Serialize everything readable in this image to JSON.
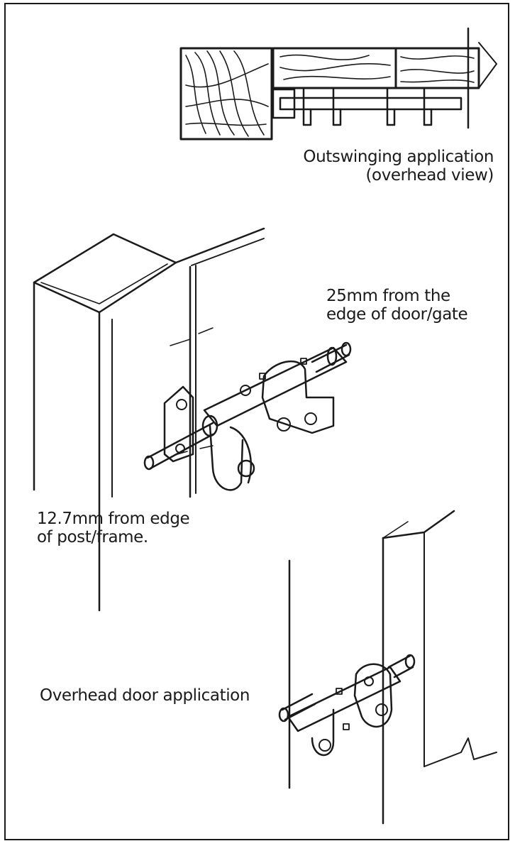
{
  "diagram": {
    "labels": {
      "outswing_line1": "Outswinging application",
      "outswing_line2": "(overhead view)",
      "door_edge_line1": "25mm from the",
      "door_edge_line2": "edge of door/gate",
      "post_edge_line1": "12.7mm from edge",
      "post_edge_line2": "of post/frame.",
      "overhead_door": "Overhead door application"
    }
  }
}
